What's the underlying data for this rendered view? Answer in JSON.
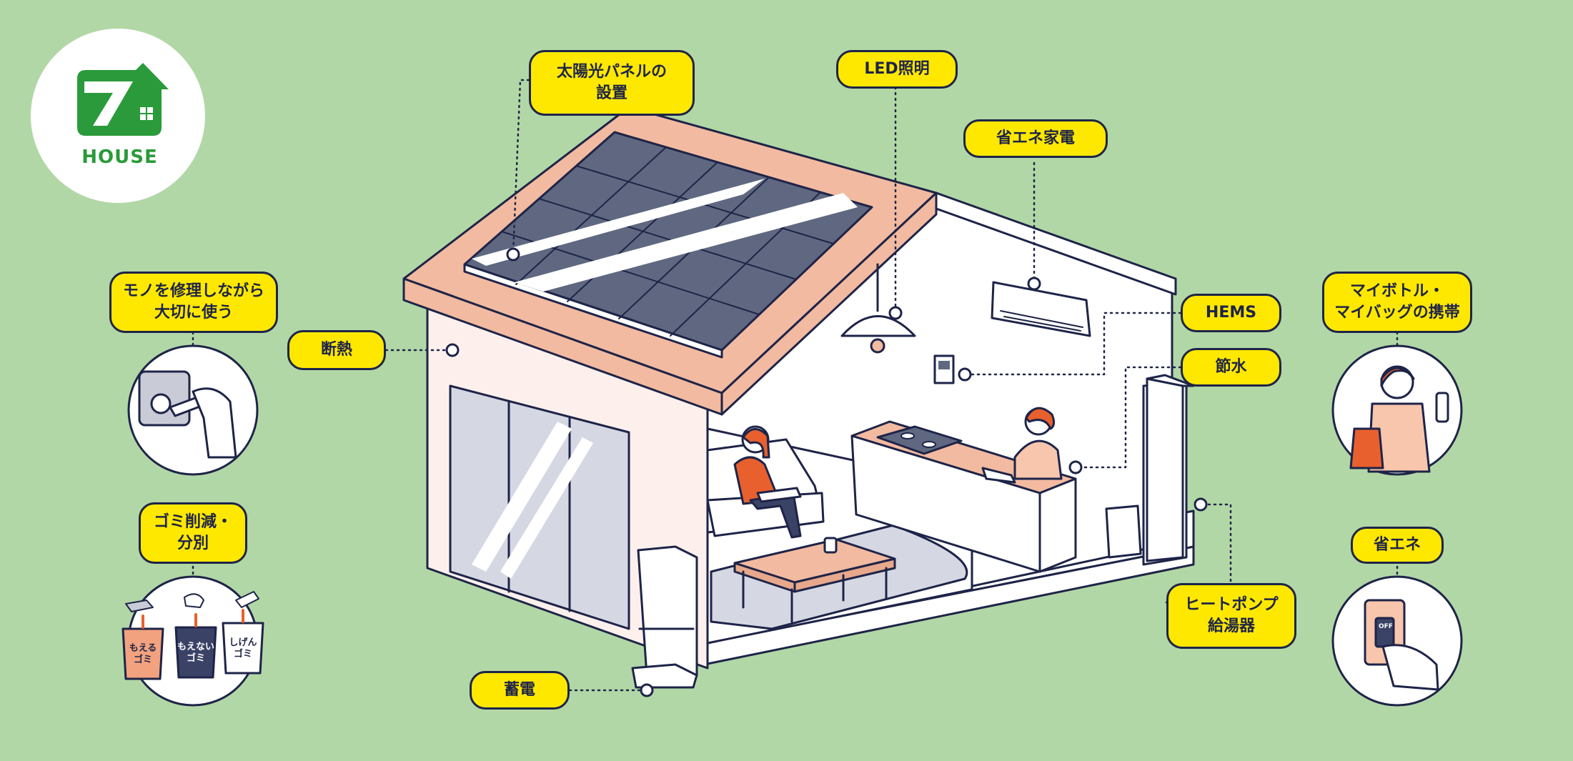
{
  "logo": {
    "text": "HOUSE",
    "brand_color": "#2a9a3a"
  },
  "labels": {
    "solar_panel": "太陽光パネルの\n設置",
    "led": "LED照明",
    "appliances": "省エネ家電",
    "hems": "HEMS",
    "water_saving": "節水",
    "heat_pump": "ヒートポンプ\n給湯器",
    "storage": "蓄電",
    "insulation": "断熱",
    "repair": "モノを修理しながら\n大切に使う",
    "waste": "ゴミ削減・\n分別",
    "my_bottle": "マイボトル・\nマイバッグの携帯",
    "energy_saving": "省エネ"
  },
  "trash_bins": [
    {
      "label": "もえる\nゴミ",
      "color": "#f2a27e"
    },
    {
      "label": "もえない\nゴミ",
      "color": "#3a4266"
    },
    {
      "label": "しげん\nゴミ",
      "color": "#ffffff"
    }
  ],
  "switch_text": "OFF",
  "colors": {
    "background": "#b2d7a6",
    "label_fill": "#ffe800",
    "outline": "#1e2448",
    "roof": "#f2baa0",
    "panel": "#5f6880"
  }
}
